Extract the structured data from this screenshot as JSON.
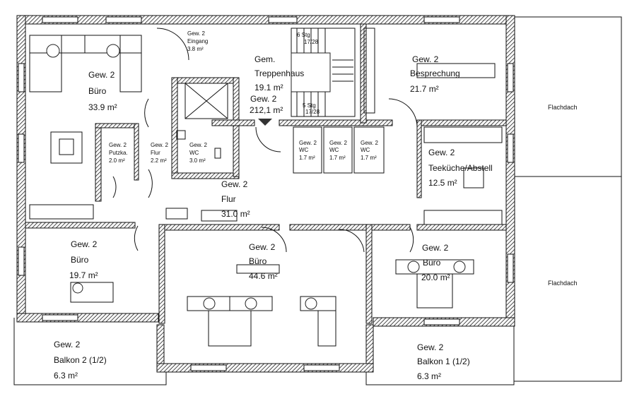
{
  "rooms": [
    {
      "l1": "Gew. 2",
      "l2": "Büro",
      "area": "33.9 m²"
    },
    {
      "l1": "Gew. 2",
      "l2": "Eingang",
      "area": "3.8 m²"
    },
    {
      "l1": "Gem.",
      "l2": "Treppenhaus",
      "area": "19.1 m²"
    },
    {
      "l1": "Gew. 2",
      "l2": "Besprechung",
      "area": "21.7 m²"
    },
    {
      "l1": "Gew. 2",
      "l2": "Putzka.",
      "area": "2.0 m²"
    },
    {
      "l1": "Gew. 2",
      "l2": "Flur",
      "area": "2.2 m²"
    },
    {
      "l1": "Gew. 2",
      "l2": "WC",
      "area": "3.0 m²"
    },
    {
      "l1": "Gew. 2",
      "l2": "WC",
      "area": "1.7 m²"
    },
    {
      "l1": "Gew. 2",
      "l2": "WC",
      "area": "1.7 m²"
    },
    {
      "l1": "Gew. 2",
      "l2": "WC",
      "area": "1.7 m²"
    },
    {
      "l1": "Gew. 2",
      "l2": "Teeküche/Abstell",
      "area": "12.5 m²"
    },
    {
      "l1": "Gew. 2",
      "l2": "Flur",
      "area": "31.0 m²"
    },
    {
      "l1": "Gew. 2",
      "l2": "Büro",
      "area": "19.7 m²"
    },
    {
      "l1": "Gew. 2",
      "l2": "Büro",
      "area": "44.6 m²"
    },
    {
      "l1": "Gew. 2",
      "l2": "Büro",
      "area": "20.0 m²"
    },
    {
      "l1": "Gew. 2",
      "l2": "Balkon 2 (1/2)",
      "area": "6.3 m²"
    },
    {
      "l1": "Gew. 2",
      "l2": "Balkon 1 (1/2)",
      "area": "6.3 m²"
    }
  ],
  "total": {
    "l1": "Gew. 2",
    "area": "212,1 m²"
  },
  "stairs": [
    {
      "steps": "6 Stg",
      "ratio": "17/28"
    },
    {
      "steps": "5 Stg",
      "ratio": "17/28"
    }
  ],
  "roof": [
    "Flachdach",
    "Flachdach"
  ]
}
